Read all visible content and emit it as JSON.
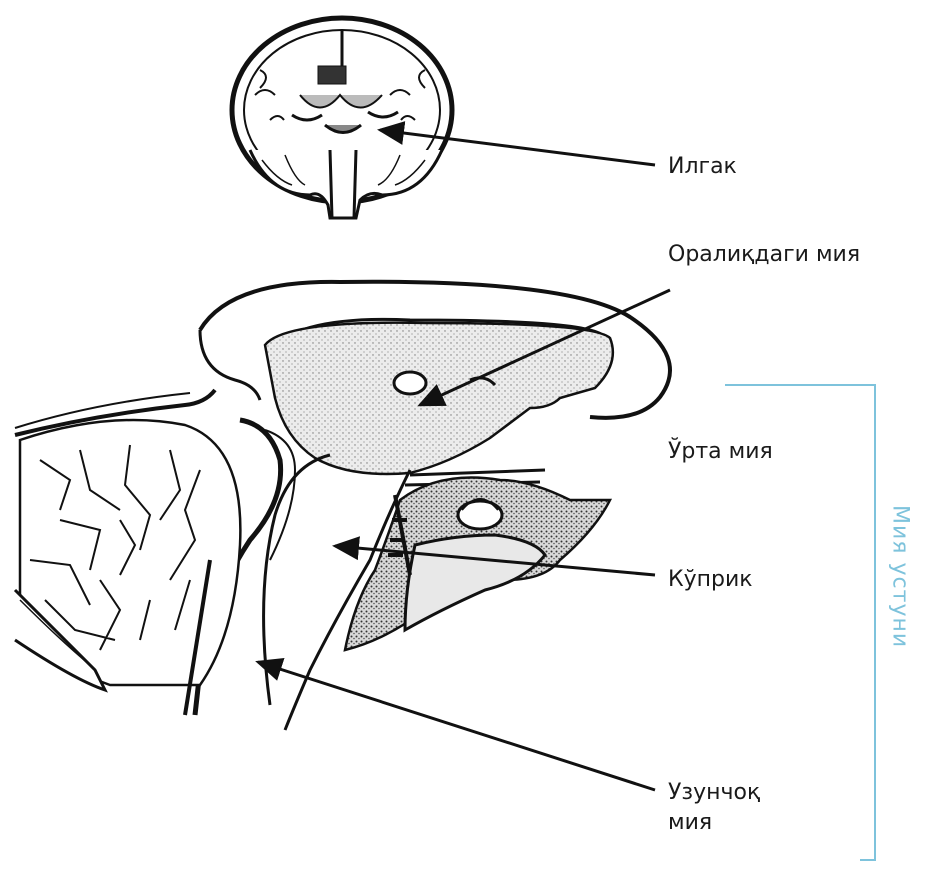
{
  "labels": {
    "ilgak": "Илгак",
    "oraliqdagi_miya": "Оралиқдаги мия",
    "urta_miya": "Ўрта мия",
    "kuprik": "Кўприк",
    "uzunchoq_miya_line1": "Узунчоқ",
    "uzunchoq_miya_line2": "мия",
    "miya_ustuni": "Мия устуни"
  },
  "colors": {
    "line": "#111111",
    "fill_stipple": "#e6e6e6",
    "bracket": "#7ec3dc",
    "bracket_text": "#7ec3dc"
  }
}
